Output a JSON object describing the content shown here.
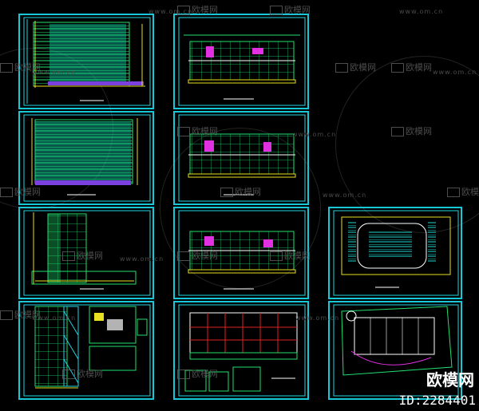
{
  "watermark": {
    "brand_cn": "欧模网",
    "url": "www.om.cn",
    "id_label": "ID:2284401"
  },
  "colors": {
    "background": "#000000",
    "frame": "#18c8d8",
    "wall": "#22e070",
    "magenta": "#e030e0",
    "yellow": "#e8e020",
    "red": "#e02020",
    "white": "#ffffff"
  }
}
